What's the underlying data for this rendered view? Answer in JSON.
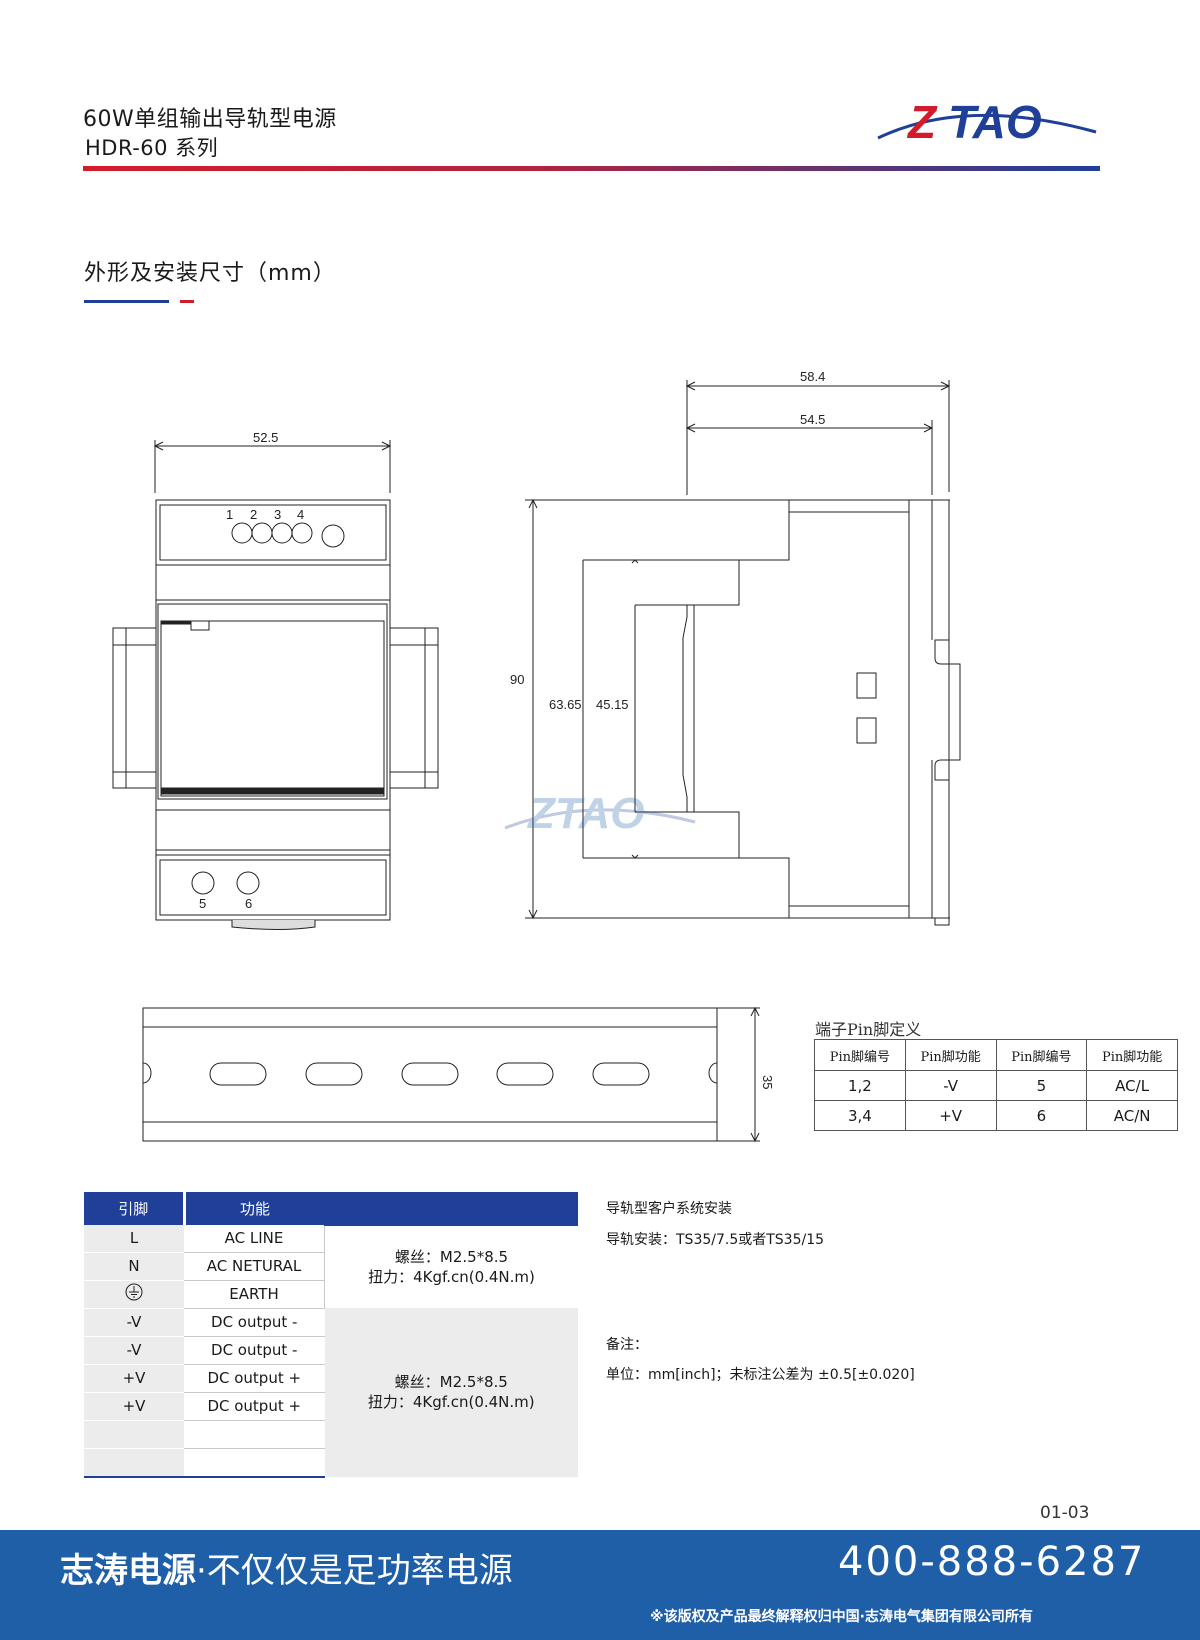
{
  "header": {
    "title": "60W单组输出导轨型电源",
    "series": "HDR-60  系列",
    "logo_text": "ZTAO",
    "brand_colors": {
      "red": "#d31c2b",
      "blue": "#1f3f98"
    }
  },
  "section": {
    "title": "外形及安装尺寸（mm）"
  },
  "drawing": {
    "front": {
      "width_dim": "52.5",
      "top_pins": [
        "1",
        "2",
        "3",
        "4"
      ],
      "bottom_pins": [
        "5",
        "6"
      ]
    },
    "side": {
      "dim_outer": "58.4",
      "dim_inner": "54.5",
      "dim_height": "90",
      "dim_step1": "63.65",
      "dim_step2": "45.15"
    },
    "rail": {
      "height_dim": "35"
    },
    "watermark": "ZTAO"
  },
  "pin_table": {
    "title": "端子Pin脚定义",
    "headers": [
      "Pin脚编号",
      "Pin脚功能",
      "Pin脚编号",
      "Pin脚功能"
    ],
    "rows": [
      [
        "1,2",
        "-V",
        "5",
        "AC/L"
      ],
      [
        "3,4",
        "+V",
        "6",
        "AC/N"
      ]
    ]
  },
  "spec_table": {
    "headers": [
      "引脚",
      "功能"
    ],
    "rows": [
      {
        "pin": "L",
        "function": "AC LINE"
      },
      {
        "pin": "N",
        "function": "AC NETURAL"
      },
      {
        "pin": "earth-icon",
        "function": "EARTH"
      },
      {
        "pin": "-V",
        "function": "DC output -"
      },
      {
        "pin": "-V",
        "function": "DC output -"
      },
      {
        "pin": "+V",
        "function": "DC output +"
      },
      {
        "pin": "+V",
        "function": "DC output +"
      },
      {
        "pin": "",
        "function": ""
      },
      {
        "pin": "",
        "function": ""
      }
    ],
    "note_ac": {
      "line1": "螺丝：M2.5*8.5",
      "line2": "扭力：4Kgf.cn(0.4N.m)"
    },
    "note_dc": {
      "line1": "螺丝：M2.5*8.5",
      "line2": "扭力：4Kgf.cn(0.4N.m)"
    }
  },
  "install": {
    "heading": "导轨型客户系统安装",
    "text": "导轨安装：TS35/7.5或者TS35/15"
  },
  "remarks": {
    "heading": "备注：",
    "text": "单位：mm[inch]；未标注公差为 ±0.5[±0.020]"
  },
  "page_number": "01-03",
  "footer": {
    "slogan_bold": "志涛电源",
    "slogan_rest": "·不仅仅是足功率电源",
    "phone": "400-888-6287",
    "copyright": "※该版权及产品最终解释权归中国·志涛电气集团有限公司所有",
    "color": "#1f5fa8"
  }
}
